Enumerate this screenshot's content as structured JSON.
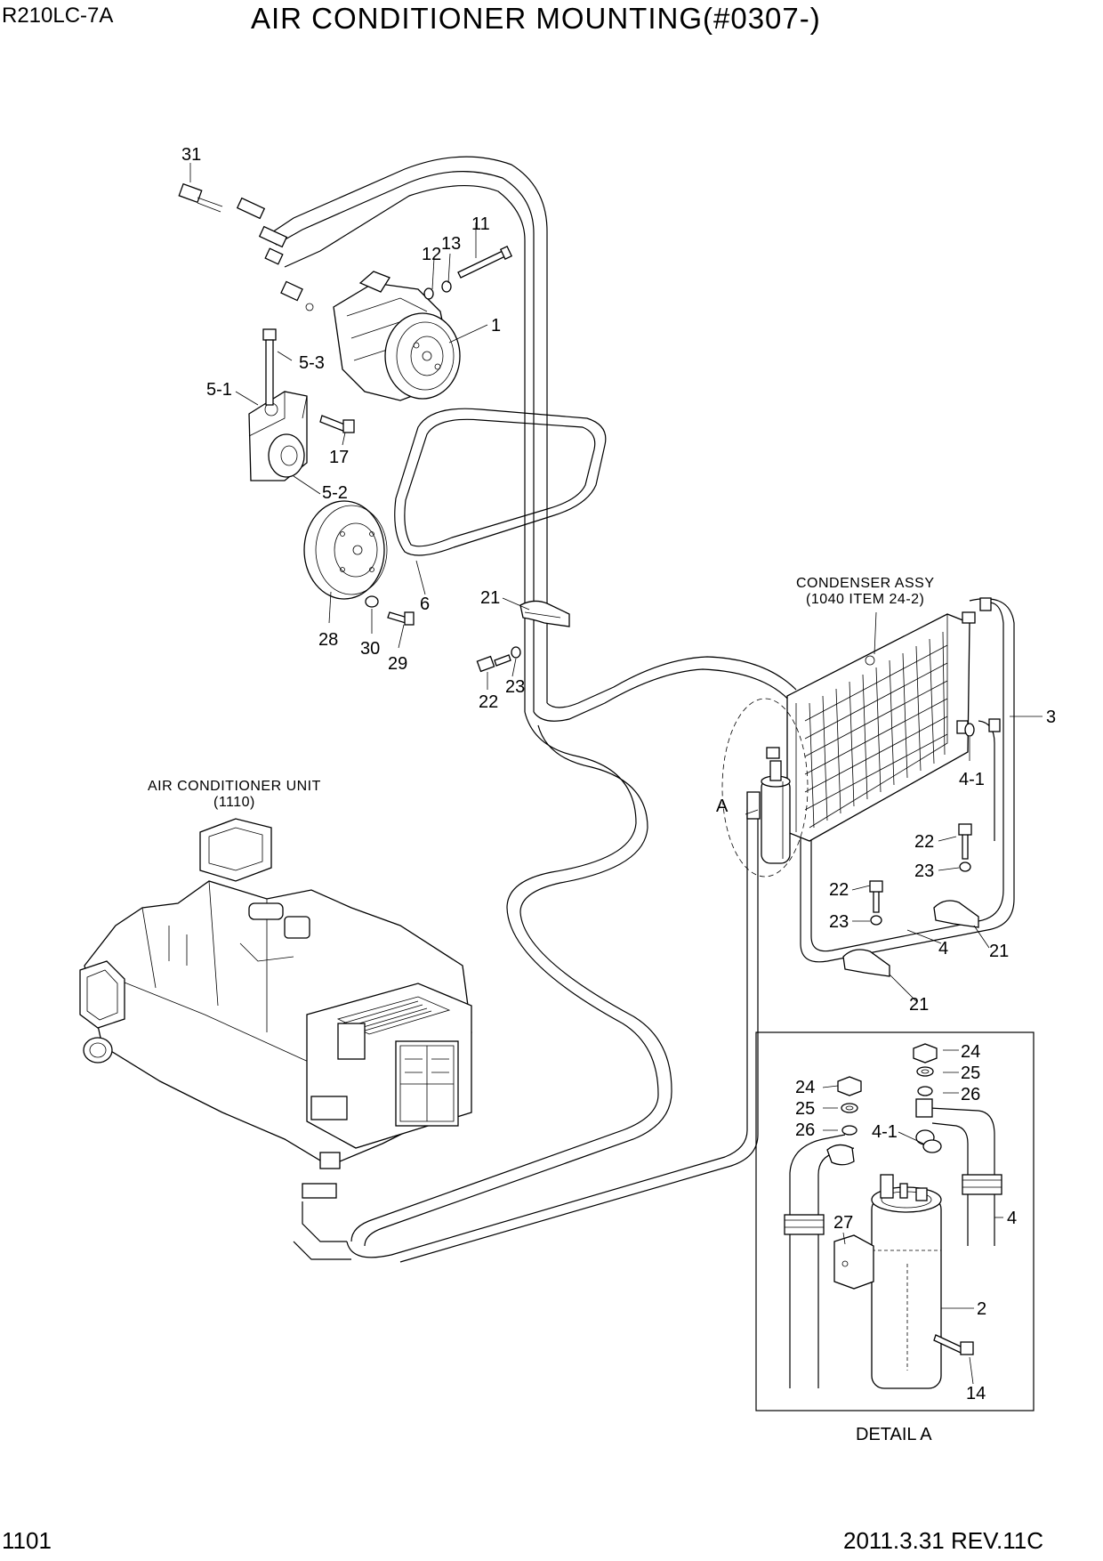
{
  "header": {
    "model": "R210LC-7A",
    "title": "AIR CONDITIONER MOUNTING(#0307-)"
  },
  "footer": {
    "page_number": "1101",
    "revision": "2011.3.31 REV.11C"
  },
  "captions": {
    "condenser_line1": "CONDENSER ASSY",
    "condenser_line2": "(1040 ITEM 24-2)",
    "ac_unit_line1": "AIR CONDITIONER UNIT",
    "ac_unit_line2": "(1110)",
    "detail_marker": "A",
    "detail_title": "DETAIL A"
  },
  "callouts": {
    "c31": "31",
    "c11": "11",
    "c12": "12",
    "c13": "13",
    "c1": "1",
    "c5_3": "5-3",
    "c5_1": "5-1",
    "c17": "17",
    "c5_2": "5-2",
    "c6": "6",
    "c28": "28",
    "c30": "30",
    "c29": "29",
    "c21a": "21",
    "c22a": "22",
    "c23a": "23",
    "c3": "3",
    "c4_1a": "4-1",
    "c22b": "22",
    "c23b": "23",
    "c22c": "22",
    "c23c": "23",
    "c4a": "4",
    "c21b": "21",
    "c21c": "21",
    "c24a": "24",
    "c25a": "25",
    "c26a": "26",
    "c24b": "24",
    "c25b": "25",
    "c26b": "26",
    "c4_1b": "4-1",
    "c4b": "4",
    "c27": "27",
    "c2": "2",
    "c14": "14"
  }
}
